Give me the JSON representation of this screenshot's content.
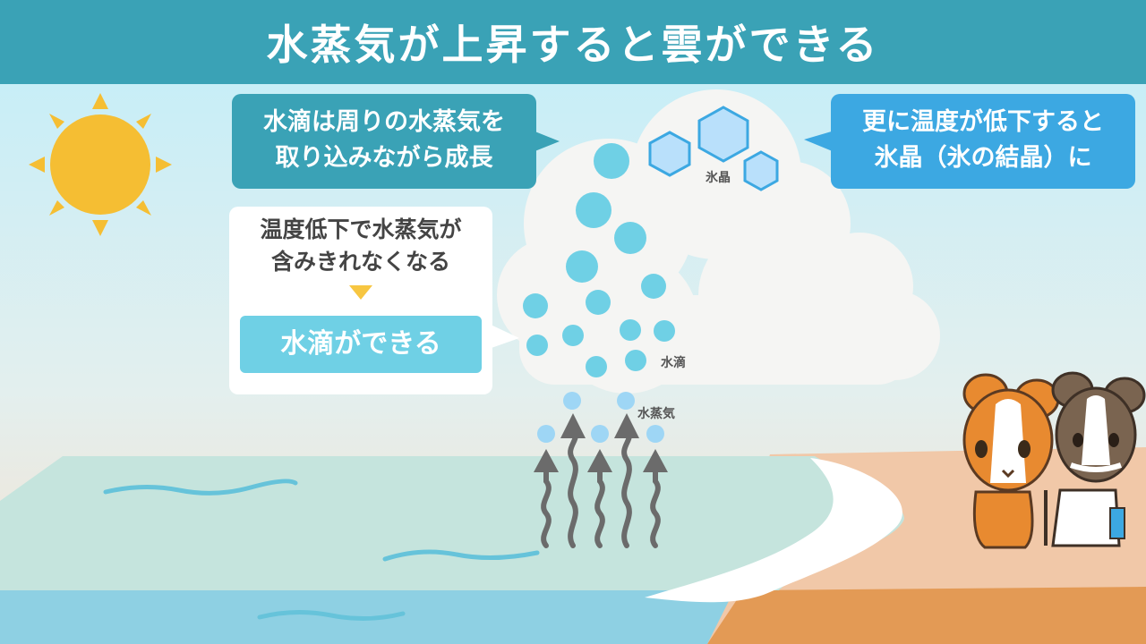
{
  "title": "水蒸気が上昇すると雲ができる",
  "bubble_growth": {
    "line1": "水滴は周りの水蒸気を",
    "line2": "取り込みながら成長"
  },
  "bubble_ice": {
    "line1": "更に温度が低下すると",
    "line2": "氷晶（氷の結晶）に"
  },
  "bubble_cooling": {
    "line1": "温度低下で水蒸気が",
    "line2": "含みきれなくなる",
    "result": "水滴ができる"
  },
  "labels": {
    "ice_crystal": "氷晶",
    "water_droplet": "水滴",
    "water_vapor": "水蒸気"
  },
  "colors": {
    "header": "#3aa2b6",
    "bubble_growth": "#3aa2b6",
    "bubble_ice": "#3ca8e2",
    "result_box": "#6fd0e5",
    "droplet": "#6fd0e5",
    "vapor": "#9ed6f5",
    "ice": "#b9e0fb",
    "sun": "#f5be33"
  }
}
